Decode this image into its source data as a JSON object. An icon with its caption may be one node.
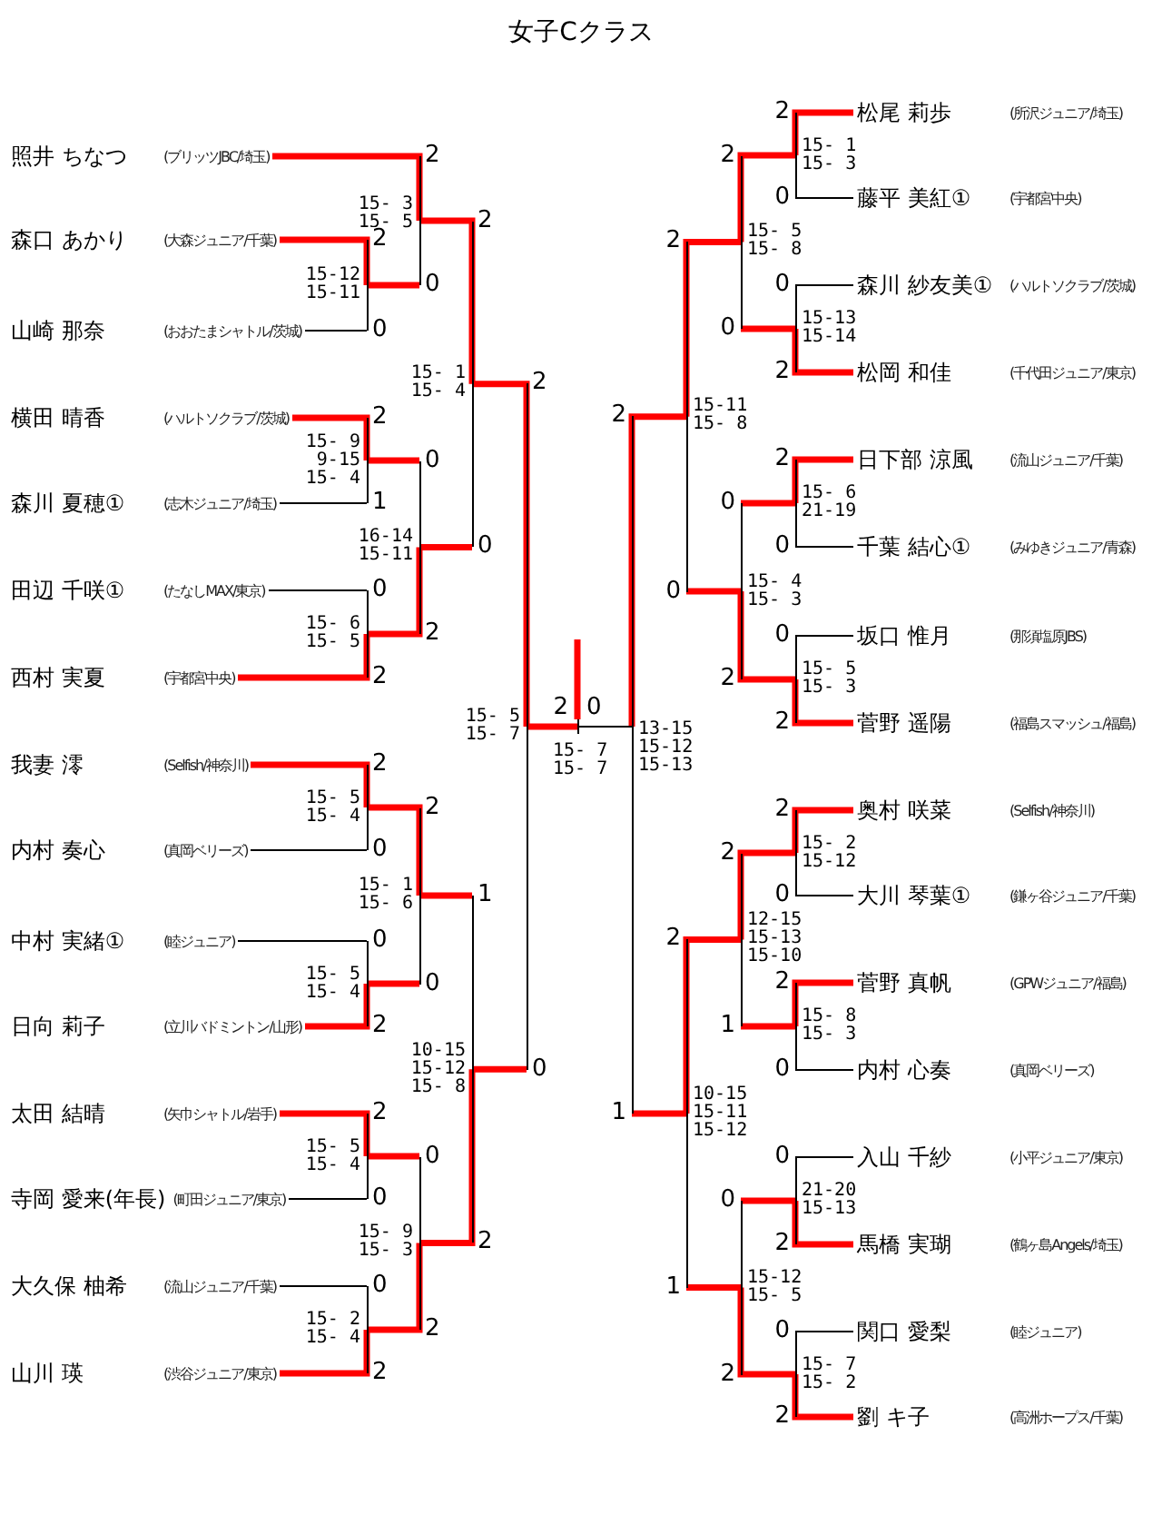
{
  "diagram": {
    "title": "女子Cクラス",
    "nodes": [
      {
        "text": [
          "照井 ちなつ",
          "(ブリッツJBC/埼玉)"
        ]
      },
      {
        "text": [
          "森口 あかり",
          "(大森ジュニア/千葉)"
        ]
      },
      {
        "text": [
          "山崎 那奈",
          "(おおたまシャトル/茨城)"
        ]
      },
      {
        "text": [
          "横田 晴香",
          "(ハルトソクラブ/茨城)"
        ]
      },
      {
        "text": [
          "森川 夏穂①",
          "(志木ジュニア/埼玉)"
        ]
      },
      {
        "text": [
          "田辺 千咲①",
          "(たなしMAX/東京)"
        ]
      },
      {
        "text": [
          "西村 実夏",
          "(宇都宮中央)"
        ]
      },
      {
        "text": [
          "我妻 澪",
          "(Selfish/神奈川)"
        ]
      },
      {
        "text": [
          "内村 奏心",
          "(真岡ベリーズ)"
        ]
      },
      {
        "text": [
          "中村 実緒①",
          "(睦ジュニア)"
        ]
      },
      {
        "text": [
          "日向 莉子",
          "(立川バドミントン/山形)"
        ]
      },
      {
        "text": [
          "太田 結晴",
          "(矢巾シャトル/岩手)"
        ]
      },
      {
        "text": [
          "寺岡 愛来(年長)",
          "(町田ジュニア/東京)"
        ]
      },
      {
        "text": [
          "大久保 柚希",
          "(流山ジュニア/千葉)"
        ]
      },
      {
        "text": [
          "山川 瑛",
          "(渋谷ジュニア/東京)"
        ]
      },
      {
        "text": [
          "松尾 莉歩",
          "(所沢ジュニア/埼玉)"
        ]
      },
      {
        "text": [
          "藤平 美紅①",
          "(宇都宮中央)"
        ]
      },
      {
        "text": [
          "森川 紗友美①",
          "(ハルトソクラブ/茨城)"
        ]
      },
      {
        "text": [
          "松岡 和佳",
          "(千代田ジュニア/東京)"
        ]
      },
      {
        "text": [
          "日下部 涼風",
          "(流山ジュニア/千葉)"
        ]
      },
      {
        "text": [
          "千葉 結心①",
          "(みゆきジュニア/青森)"
        ]
      },
      {
        "text": [
          "坂口 惟月",
          "(那須塩原JBS)"
        ]
      },
      {
        "text": [
          "菅野 遥陽",
          "(福島スマッシュ/福島)"
        ]
      },
      {
        "text": [
          "奥村 咲菜",
          "(Selfish/神奈川)"
        ]
      },
      {
        "text": [
          "大川 琴葉①",
          "(鎌ヶ谷ジュニア/千葉)"
        ]
      },
      {
        "text": [
          "菅野 真帆",
          "(GPWジュニア/福島)"
        ]
      },
      {
        "text": [
          "内村 心奏",
          "(真岡ベリーズ)"
        ]
      },
      {
        "text": [
          "入山 千紗",
          "(小平ジュニア/東京)"
        ]
      },
      {
        "text": [
          "馬橋 実瑚",
          "(鶴ヶ島Angels/埼玉)"
        ]
      },
      {
        "text": [
          "関口 愛梨",
          "(睦ジュニア)"
        ]
      },
      {
        "text": [
          "劉 キ子",
          "(高洲ホープス/千葉)"
        ]
      },
      {
        "text": [],
        "shape": "bar",
        "beside": [
          "15-12 15-11"
        ]
      },
      {
        "text": [],
        "shape": "bar",
        "beside": [
          "15- 9 9-15 15- 4"
        ]
      },
      {
        "text": [],
        "shape": "bar",
        "beside": [
          "15- 6 15- 5"
        ]
      },
      {
        "text": [],
        "shape": "bar",
        "beside": [
          "15- 5 15- 4"
        ]
      },
      {
        "text": [],
        "shape": "bar",
        "beside": [
          "15- 5 15- 4"
        ]
      },
      {
        "text": [],
        "shape": "bar",
        "beside": [
          "15- 5 15- 4"
        ]
      },
      {
        "text": [],
        "shape": "bar",
        "beside": [
          "15- 2 15- 4"
        ]
      },
      {
        "text": [],
        "shape": "bar",
        "beside": [
          "15- 3 15- 5"
        ]
      },
      {
        "text": [],
        "shape": "bar",
        "beside": [
          "16-14 15-11"
        ]
      },
      {
        "text": [],
        "shape": "bar",
        "beside": [
          "15- 1 15- 6"
        ]
      },
      {
        "text": [],
        "shape": "bar",
        "beside": [
          "15- 9 15- 3"
        ]
      },
      {
        "text": [],
        "shape": "bar",
        "beside": [
          "15- 1 15- 4"
        ]
      },
      {
        "text": [],
        "shape": "bar",
        "beside": [
          "10-15 15-12 15- 8"
        ]
      },
      {
        "text": [],
        "shape": "bar",
        "beside": [
          "15- 5 15- 7"
        ]
      },
      {
        "text": [],
        "shape": "bar",
        "beside": [
          "15- 1 15- 3"
        ]
      },
      {
        "text": [],
        "shape": "bar",
        "beside": [
          "15-13 15-14"
        ]
      },
      {
        "text": [],
        "shape": "bar",
        "beside": [
          "15- 6 21-19"
        ]
      },
      {
        "text": [],
        "shape": "bar",
        "beside": [
          "15- 5 15- 3"
        ]
      },
      {
        "text": [],
        "shape": "bar",
        "beside": [
          "15- 2 15-12"
        ]
      },
      {
        "text": [],
        "shape": "bar",
        "beside": [
          "15- 8 15- 3"
        ]
      },
      {
        "text": [],
        "shape": "bar",
        "beside": [
          "21-20 15-13"
        ]
      },
      {
        "text": [],
        "shape": "bar",
        "beside": [
          "15- 7 15- 2"
        ]
      },
      {
        "text": [],
        "shape": "bar",
        "beside": [
          "15- 5 15- 8"
        ]
      },
      {
        "text": [],
        "shape": "bar",
        "beside": [
          "15- 4 15- 3"
        ]
      },
      {
        "text": [],
        "shape": "bar",
        "beside": [
          "12-15 15-13 15-10"
        ]
      },
      {
        "text": [],
        "shape": "bar",
        "beside": [
          "15-12 15- 5"
        ]
      },
      {
        "text": [],
        "shape": "bar",
        "beside": [
          "15-11 15- 8"
        ]
      },
      {
        "text": [],
        "shape": "bar",
        "beside": [
          "10-15 15-11 15-12"
        ]
      },
      {
        "text": [],
        "shape": "bar",
        "beside": [
          "13-15 15-12 15-13"
        ]
      },
      {
        "text": [],
        "shape": "bar",
        "beside": [
          "15- 7 15- 7"
        ]
      }
    ],
    "edges": [
      {
        "from": 1,
        "to": 31,
        "arrow": "none",
        "label": "2"
      },
      {
        "from": 2,
        "to": 31,
        "arrow": "none",
        "label": "0",
        "color": "#000000"
      },
      {
        "from": 3,
        "to": 32,
        "arrow": "none",
        "label": "2"
      },
      {
        "from": 4,
        "to": 32,
        "arrow": "none",
        "label": "1",
        "color": "#000000"
      },
      {
        "from": 5,
        "to": 33,
        "arrow": "none",
        "label": "0",
        "color": "#000000"
      },
      {
        "from": 6,
        "to": 33,
        "arrow": "none",
        "label": "2"
      },
      {
        "from": 7,
        "to": 34,
        "arrow": "none",
        "label": "2"
      },
      {
        "from": 8,
        "to": 34,
        "arrow": "none",
        "label": "0",
        "color": "#000000"
      },
      {
        "from": 9,
        "to": 35,
        "arrow": "none",
        "label": "0",
        "color": "#000000"
      },
      {
        "from": 10,
        "to": 35,
        "arrow": "none",
        "label": "2"
      },
      {
        "from": 11,
        "to": 36,
        "arrow": "none",
        "label": "2"
      },
      {
        "from": 12,
        "to": 36,
        "arrow": "none",
        "label": "0",
        "color": "#000000"
      },
      {
        "from": 13,
        "to": 37,
        "arrow": "none",
        "label": "0",
        "color": "#000000"
      },
      {
        "from": 14,
        "to": 37,
        "arrow": "none",
        "label": "2"
      },
      {
        "from": 0,
        "to": 38,
        "arrow": "none",
        "label": "2"
      },
      {
        "from": 31,
        "to": 38,
        "arrow": "none",
        "label": "0"
      },
      {
        "from": 32,
        "to": 39,
        "arrow": "none",
        "label": "0"
      },
      {
        "from": 33,
        "to": 39,
        "arrow": "none",
        "label": "2"
      },
      {
        "from": 34,
        "to": 40,
        "arrow": "none",
        "label": "2"
      },
      {
        "from": 35,
        "to": 40,
        "arrow": "none",
        "label": "0"
      },
      {
        "from": 36,
        "to": 41,
        "arrow": "none",
        "label": "0"
      },
      {
        "from": 37,
        "to": 41,
        "arrow": "none",
        "label": "2"
      },
      {
        "from": 38,
        "to": 42,
        "arrow": "none",
        "label": "2"
      },
      {
        "from": 39,
        "to": 42,
        "arrow": "none",
        "label": "0"
      },
      {
        "from": 40,
        "to": 43,
        "arrow": "none",
        "label": "1"
      },
      {
        "from": 41,
        "to": 43,
        "arrow": "none",
        "label": "2"
      },
      {
        "from": 42,
        "to": 44,
        "arrow": "none",
        "label": "2"
      },
      {
        "from": 43,
        "to": 44,
        "arrow": "none",
        "label": "0"
      },
      {
        "from": 15,
        "to": 45,
        "arrow": "none",
        "label": "2"
      },
      {
        "from": 16,
        "to": 45,
        "arrow": "none",
        "label": "0",
        "color": "#000000"
      },
      {
        "from": 17,
        "to": 46,
        "arrow": "none",
        "label": "0",
        "color": "#000000"
      },
      {
        "from": 18,
        "to": 46,
        "arrow": "none",
        "label": "2"
      },
      {
        "from": 19,
        "to": 47,
        "arrow": "none",
        "label": "2"
      },
      {
        "from": 20,
        "to": 47,
        "arrow": "none",
        "label": "0",
        "color": "#000000"
      },
      {
        "from": 21,
        "to": 48,
        "arrow": "none",
        "label": "0",
        "color": "#000000"
      },
      {
        "from": 22,
        "to": 48,
        "arrow": "none",
        "label": "2"
      },
      {
        "from": 23,
        "to": 49,
        "arrow": "none",
        "label": "2"
      },
      {
        "from": 24,
        "to": 49,
        "arrow": "none",
        "label": "0",
        "color": "#000000"
      },
      {
        "from": 25,
        "to": 50,
        "arrow": "none",
        "label": "2"
      },
      {
        "from": 26,
        "to": 50,
        "arrow": "none",
        "label": "0",
        "color": "#000000"
      },
      {
        "from": 27,
        "to": 51,
        "arrow": "none",
        "label": "0",
        "color": "#000000"
      },
      {
        "from": 28,
        "to": 51,
        "arrow": "none",
        "label": "2"
      },
      {
        "from": 29,
        "to": 52,
        "arrow": "none",
        "label": "0",
        "color": "#000000"
      },
      {
        "from": 30,
        "to": 52,
        "arrow": "none",
        "label": "2"
      },
      {
        "from": 45,
        "to": 53,
        "arrow": "none",
        "label": "2"
      },
      {
        "from": 46,
        "to": 53,
        "arrow": "none",
        "label": "0"
      },
      {
        "from": 47,
        "to": 54,
        "arrow": "none",
        "label": "0"
      },
      {
        "from": 48,
        "to": 54,
        "arrow": "none",
        "label": "2"
      },
      {
        "from": 49,
        "to": 55,
        "arrow": "none",
        "label": "2"
      },
      {
        "from": 50,
        "to": 55,
        "arrow": "none",
        "label": "1"
      },
      {
        "from": 51,
        "to": 56,
        "arrow": "none",
        "label": "0"
      },
      {
        "from": 52,
        "to": 56,
        "arrow": "none",
        "label": "2"
      },
      {
        "from": 53,
        "to": 57,
        "arrow": "none",
        "label": "2"
      },
      {
        "from": 54,
        "to": 57,
        "arrow": "none",
        "label": "0"
      },
      {
        "from": 55,
        "to": 58,
        "arrow": "none",
        "label": "2"
      },
      {
        "from": 56,
        "to": 58,
        "arrow": "none",
        "label": "1"
      },
      {
        "from": 57,
        "to": 59,
        "arrow": "none",
        "label": "2"
      },
      {
        "from": 58,
        "to": 59,
        "arrow": "none",
        "label": "1"
      },
      {
        "from": 44,
        "to": 60,
        "arrow": "none",
        "label": "2"
      },
      {
        "from": 59,
        "to": 60,
        "arrow": "none",
        "label": "0",
        "color": "#000000"
      },
      {
        "from": 60,
        "to": null,
        "arrow": "none"
      }
    ]
  }
}
